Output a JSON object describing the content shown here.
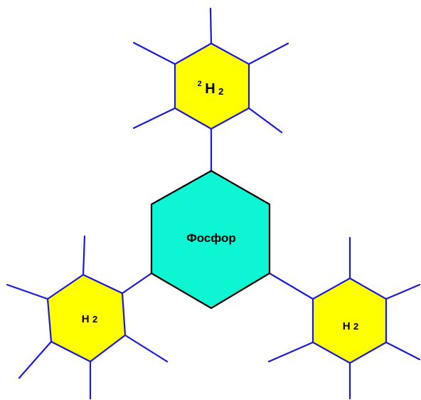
{
  "diagram": {
    "central": {
      "label": "Фосфор",
      "fill": "#0ef5d4",
      "stroke": "#000000"
    },
    "top": {
      "label_sup": "2",
      "label_main": "H",
      "label_sub": "2",
      "fill": "#ffff00",
      "stroke": "#1a1ad6"
    },
    "left": {
      "label_main": "H",
      "label_sub": "2",
      "fill": "#ffff00",
      "stroke": "#1a1ad6"
    },
    "right": {
      "label_main": "H",
      "label_sub": "2",
      "fill": "#ffff00",
      "stroke": "#1a1ad6"
    },
    "bond_color": "#1a1ad6"
  }
}
